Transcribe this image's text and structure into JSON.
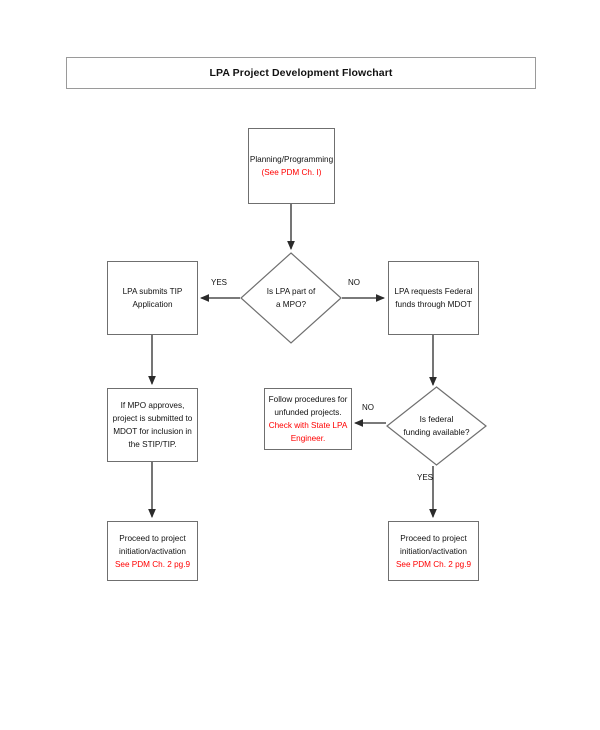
{
  "header": {
    "title": "LPA Project Development Flowchart"
  },
  "colors": {
    "box_border": "#6f6f6f",
    "title_border": "#9a9a9a",
    "connector": "#2b2b2b",
    "text": "#111111",
    "accent_red": "#ff0000",
    "background": "#ffffff"
  },
  "flowchart": {
    "type": "flowchart",
    "nodes": [
      {
        "id": "planning",
        "shape": "process",
        "lines": [
          {
            "text": "Planning/Programming",
            "color": "black"
          },
          {
            "text": "(See PDM Ch. I)",
            "color": "red"
          }
        ]
      },
      {
        "id": "is-mpo",
        "shape": "decision",
        "lines": [
          {
            "text": "Is LPA part of",
            "color": "black"
          },
          {
            "text": "a MPO?",
            "color": "black"
          }
        ]
      },
      {
        "id": "lpa-tip",
        "shape": "process",
        "lines": [
          {
            "text": "LPA submits TIP",
            "color": "black"
          },
          {
            "text": "Application",
            "color": "black"
          }
        ]
      },
      {
        "id": "lpa-federal",
        "shape": "process",
        "lines": [
          {
            "text": "LPA requests Federal",
            "color": "black"
          },
          {
            "text": "funds through MDOT",
            "color": "black"
          }
        ]
      },
      {
        "id": "mpo-approves",
        "shape": "process",
        "lines": [
          {
            "text": "If MPO approves,",
            "color": "black"
          },
          {
            "text": "project is submitted to",
            "color": "black"
          },
          {
            "text": "MDOT for inclusion in",
            "color": "black"
          },
          {
            "text": "the STIP/TIP.",
            "color": "black"
          }
        ]
      },
      {
        "id": "unfunded",
        "shape": "process",
        "lines": [
          {
            "text": "Follow procedures for",
            "color": "black"
          },
          {
            "text": "unfunded projects.",
            "color": "black"
          },
          {
            "text": "Check with State LPA",
            "color": "red"
          },
          {
            "text": "Engineer.",
            "color": "red"
          }
        ]
      },
      {
        "id": "federal-funding",
        "shape": "decision",
        "lines": [
          {
            "text": "Is federal",
            "color": "black"
          },
          {
            "text": "funding available?",
            "color": "black"
          }
        ]
      },
      {
        "id": "proceed-left",
        "shape": "process",
        "lines": [
          {
            "text": "Proceed to project",
            "color": "black"
          },
          {
            "text": "initiation/activation",
            "color": "black"
          },
          {
            "text": "See PDM Ch. 2 pg.9",
            "color": "red"
          }
        ]
      },
      {
        "id": "proceed-right",
        "shape": "process",
        "lines": [
          {
            "text": "Proceed to project",
            "color": "black"
          },
          {
            "text": "initiation/activation",
            "color": "black"
          },
          {
            "text": "See PDM Ch. 2 pg.9",
            "color": "red"
          }
        ]
      }
    ],
    "edge_labels": {
      "mpo_yes": "YES",
      "mpo_no": "NO",
      "funding_no": "NO",
      "funding_yes": "YES"
    }
  }
}
